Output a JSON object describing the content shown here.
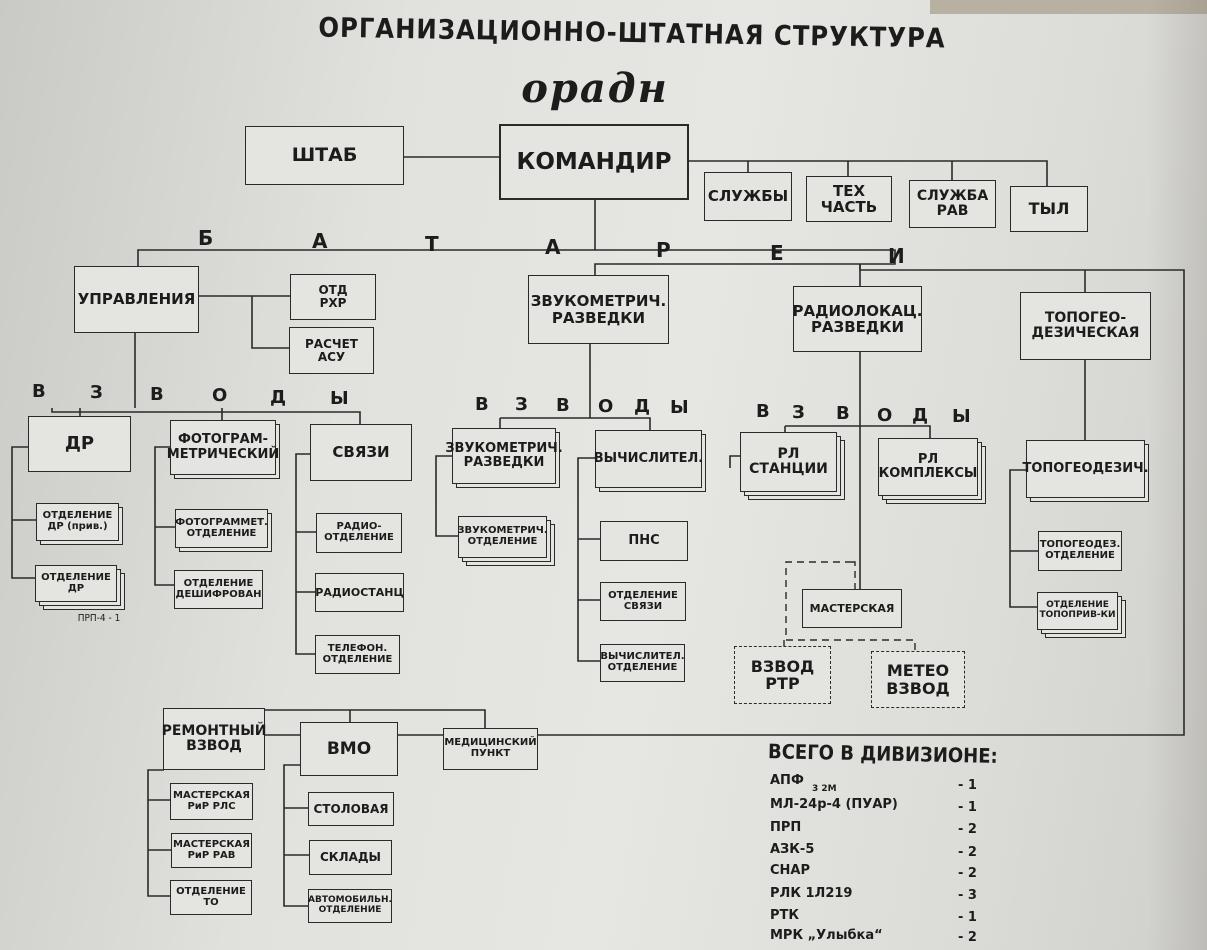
{
  "title": "ОРГАНИЗАЦИОННО-ШТАТНАЯ СТРУКТУРА",
  "subtitle": "орадн",
  "top": {
    "shtab": "ШТАБ",
    "commander": "КОМАНДИР",
    "services": "СЛУЖБЫ",
    "tech": "ТЕХ\nЧАСТЬ",
    "rav": "СЛУЖБА\nРАВ",
    "rear": "ТЫЛ"
  },
  "batteries_label": [
    "Б",
    "А",
    "Т",
    "А",
    "Р",
    "Е",
    "И"
  ],
  "platoons_label": [
    "В",
    "З",
    "В",
    "О",
    "Д",
    "Ы"
  ],
  "battery_upr": {
    "name": "УПРАВЛЕНИЯ",
    "otd_rhr": "ОТД\nРХР",
    "raschet_asu": "РАСЧЕТ\nАСУ",
    "platoons": {
      "dr": "ДР",
      "fotogram": "ФОТОГРАМ-\nМЕТРИЧЕСКИЙ",
      "svyazi": "СВЯЗИ"
    },
    "dr_units": [
      "ОТДЕЛЕНИЕ\nДР (прив.)",
      "ОТДЕЛЕНИЕ\nДР"
    ],
    "dr_note": "ПРП-4 - 1",
    "foto_units": [
      "ФОТОГРАММЕТ.\nОТДЕЛЕНИЕ",
      "ОТДЕЛЕНИЕ\nДЕШИФРОВАН"
    ],
    "svyaz_units": [
      "РАДИО-\nОТДЕЛЕНИЕ",
      "РАДИОСТАНЦ",
      "ТЕЛЕФОН.\nОТДЕЛЕНИЕ"
    ]
  },
  "battery_zvuk": {
    "name": "ЗВУКОМЕТРИЧ.\nРАЗВЕДКИ",
    "platoons": {
      "zvuk": "ЗВУКОМЕТРИЧ.\nРАЗВЕДКИ",
      "vych": "ВЫЧИСЛИТЕЛ."
    },
    "zvuk_units": [
      "ЗВУКОМЕТРИЧ.\nОТДЕЛЕНИЕ"
    ],
    "vych_units": [
      "ПНС",
      "ОТДЕЛЕНИЕ\nСВЯЗИ",
      "ВЫЧИСЛИТЕЛ.\nОТДЕЛЕНИЕ"
    ]
  },
  "battery_radio": {
    "name": "РАДИОЛОКАЦ.\nРАЗВЕДКИ",
    "platoons": {
      "rl_st": "РЛ\nСТАНЦИИ",
      "rl_kompl": "РЛ\nКОМПЛЕКСЫ"
    },
    "workshop": "МАСТЕРСКАЯ",
    "rtr": "ВЗВОД\nРТР",
    "meteo": "МЕТЕО\nВЗВОД"
  },
  "battery_topo": {
    "name": "ТОПОГЕО-\nДЕЗИЧЕСКАЯ",
    "platoon": "ТОПОГЕОДЕЗИЧ.",
    "units": [
      "ТОПОГЕОДЕЗ.\nОТДЕЛЕНИЕ",
      "ОТДЕЛЕНИЕ\nТОПОПРИВ-КИ"
    ]
  },
  "bottom": {
    "remont": "РЕМОНТНЫЙ\nВЗВОД",
    "remont_units": [
      "МАСТЕРСКАЯ\nРиР РЛС",
      "МАСТЕРСКАЯ\nРиР РАВ",
      "ОТДЕЛЕНИЕ\nТО"
    ],
    "vmo": "ВМО",
    "vmo_units": [
      "СТОЛОВАЯ",
      "СКЛАДЫ",
      "АВТОМОБИЛЬН.\nОТДЕЛЕНИЕ"
    ],
    "med": "МЕДИЦИНСКИЙ\nПУНКТ"
  },
  "totals": {
    "heading": "ВСЕГО В ДИВИЗИОНЕ:",
    "rows": [
      {
        "name": "АПФ",
        "sub": "3 2М",
        "value": "- 1"
      },
      {
        "name": "МЛ-24р-4 (ПУАР)",
        "value": "- 1"
      },
      {
        "name": "ПРП",
        "value": "- 2"
      },
      {
        "name": "АЗК-5",
        "value": "- 2"
      },
      {
        "name": "СНАР",
        "value": "- 2"
      },
      {
        "name": "РЛК 1Л219",
        "value": "- 3"
      },
      {
        "name": "РТК",
        "value": "- 1"
      },
      {
        "name": "МРК „Улыбка“",
        "value": "- 2"
      }
    ]
  },
  "colors": {
    "ink": "#1c1c1c",
    "paper": "#e4e4e0"
  }
}
